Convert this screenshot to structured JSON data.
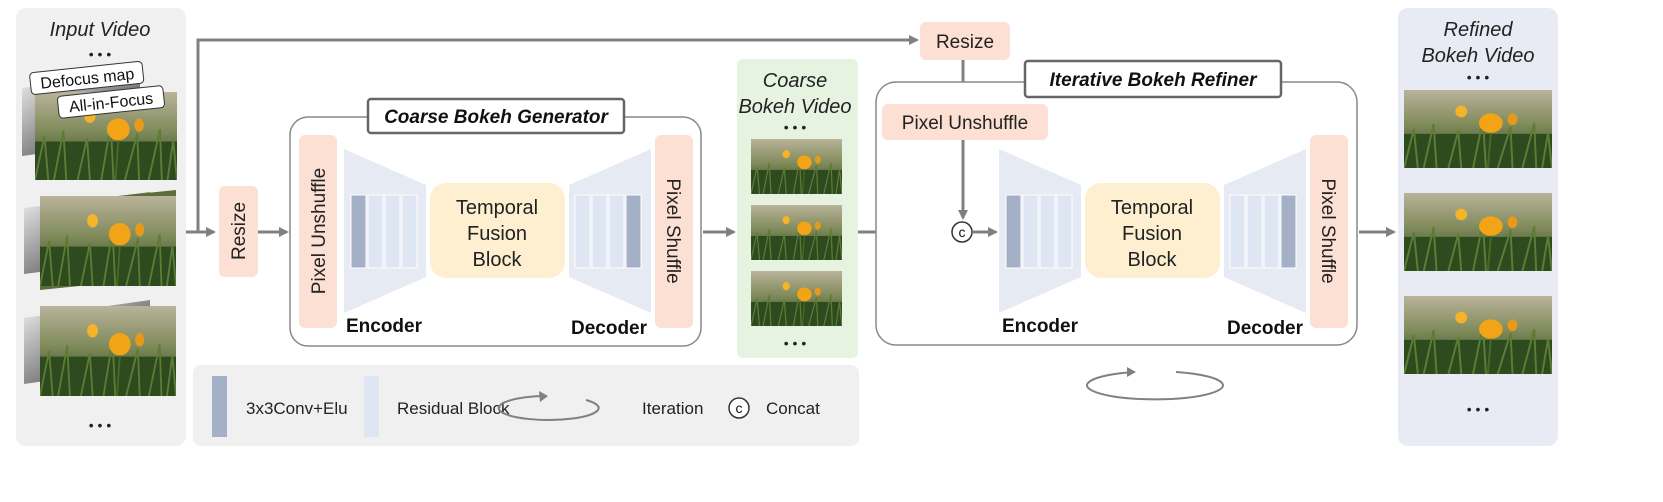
{
  "input_panel": {
    "title": "Input Video",
    "dots_top": "• • •",
    "dots_bottom": "• • •",
    "defocus_label": "Defocus map",
    "aif_label": "All-in-Focus"
  },
  "resize_left": "Resize",
  "resize_top": "Resize",
  "coarse_generator": {
    "title": "Coarse Bokeh Generator",
    "pixel_unshuffle": "Pixel Unshuffle",
    "tfb_lines": [
      "Temporal",
      "Fusion",
      "Block"
    ],
    "encoder": "Encoder",
    "decoder": "Decoder",
    "pixel_shuffle": "Pixel Shuffle"
  },
  "coarse_video": {
    "title_lines": [
      "Coarse",
      "Bokeh Video"
    ],
    "dots_top": "• • •",
    "dots_bottom": "• • •"
  },
  "refiner": {
    "title": "Iterative Bokeh Refiner",
    "pixel_unshuffle": "Pixel Unshuffle",
    "concat_symbol": "c",
    "tfb_lines": [
      "Temporal",
      "Fusion",
      "Block"
    ],
    "encoder": "Encoder",
    "decoder": "Decoder",
    "pixel_shuffle": "Pixel Shuffle"
  },
  "legend": {
    "conv": "3x3Conv+Elu",
    "residual": "Residual Block",
    "iteration": "Iteration",
    "concat_symbol": "c",
    "concat": "Concat"
  },
  "refined_panel": {
    "title_lines": [
      "Refined",
      "Bokeh Video"
    ],
    "dots_top": "• • •",
    "dots_bottom": "• • •"
  },
  "colors": {
    "panel_gray": "#f0f0f0",
    "panel_blue": "#e8ebf4",
    "panel_green": "#e6f3e1",
    "resize_pink": "#fbe0d3",
    "tfb_yellow": "#fdefd0",
    "trapezoid": "#e6eaf3",
    "conv_dark": "#a4b0c6",
    "residual_light": "#dde6f2",
    "arrow": "#808080"
  }
}
